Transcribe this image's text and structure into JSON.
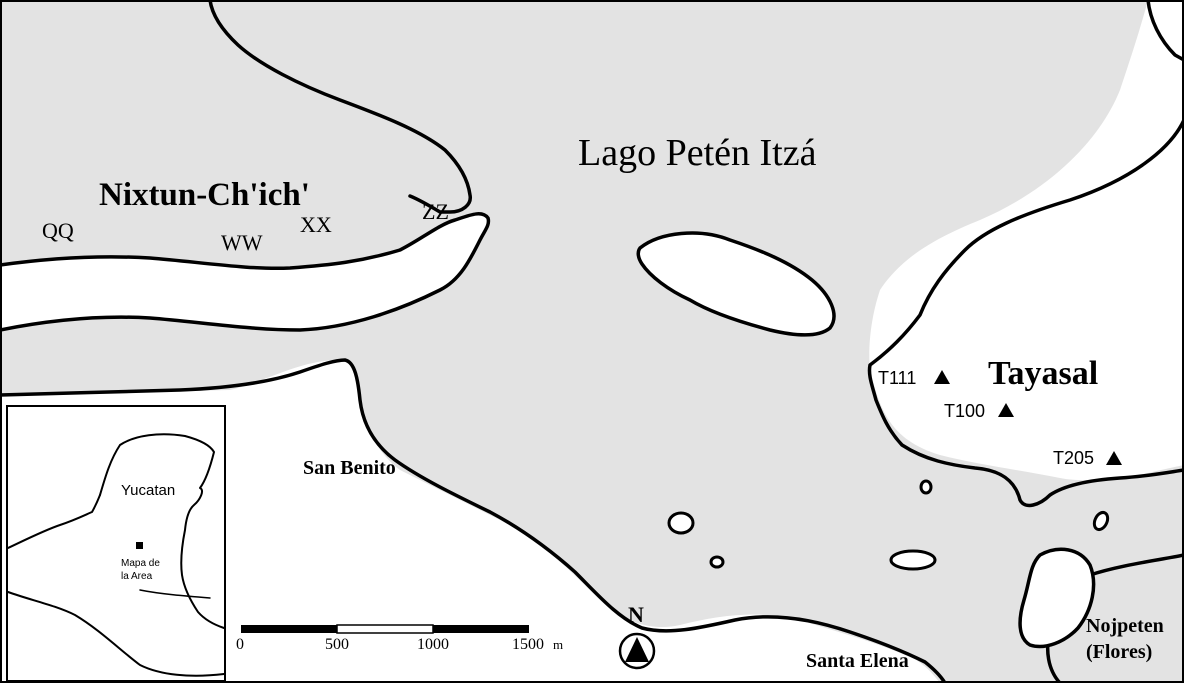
{
  "map": {
    "lake_label": "Lago Petén Itzá",
    "sites": {
      "nixtun": {
        "name": "Nixtun-Ch'ich'",
        "units": [
          "QQ",
          "WW",
          "XX",
          "ZZ"
        ]
      },
      "tayasal": {
        "name": "Tayasal",
        "markers": [
          "T111",
          "T100",
          "T205"
        ]
      }
    },
    "towns": {
      "san_benito": "San Benito",
      "santa_elena": "Santa Elena",
      "nojpeten_line1": "Nojpeten",
      "nojpeten_line2": "(Flores)"
    },
    "scale_bar": {
      "ticks": [
        "0",
        "500",
        "1000",
        "1500"
      ],
      "unit": "m"
    },
    "north_arrow": {
      "label": "N"
    },
    "inset": {
      "region_label": "Yucatan",
      "area_label_line1": "Mapa de",
      "area_label_line2": "la Area"
    },
    "colors": {
      "lake": "#e3e3e3",
      "land": "#ffffff",
      "outline": "#000000"
    }
  }
}
